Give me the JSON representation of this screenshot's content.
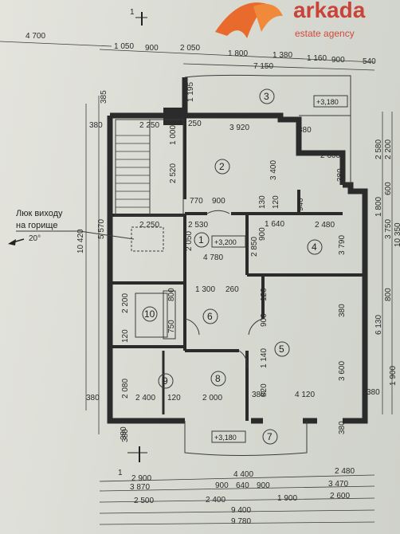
{
  "logo": {
    "name": "arkada",
    "tagline": "estate agency",
    "color": "#e05a2a"
  },
  "section_marks": [
    "1",
    "1"
  ],
  "top_dims": {
    "total": "4 700",
    "row1": [
      "1 050",
      "900",
      "2 050",
      "1 800",
      "1 380",
      "1 160",
      "900",
      "540"
    ],
    "row2": "7 150"
  },
  "left_dims": {
    "total": "10 420",
    "wall_380_top": "380",
    "vert": [
      "385",
      "5 570",
      "2 200",
      "120",
      "2 080",
      "380"
    ],
    "horiz_380": "380"
  },
  "right_dims": {
    "vert": [
      "2 580",
      "2 200",
      "600",
      "1 800",
      "3 750",
      "800",
      "10 350",
      "6 130",
      "1 900"
    ]
  },
  "bottom_dims": {
    "row1": [
      "2 900",
      "4 400",
      "2 480"
    ],
    "row2": [
      "3 870",
      "900",
      "640",
      "900",
      "3 470"
    ],
    "row3": [
      "2 500",
      "2 400",
      "1 900",
      "2 600"
    ],
    "row4": "9 400",
    "row5": "9 780"
  },
  "interior_dims": {
    "d2250a": "2 250",
    "d250": "250",
    "d3920": "3 920",
    "d380a": "380",
    "d1195": "1 195",
    "d2600": "2 600",
    "d3400": "3 400",
    "d2520": "2 520",
    "d1000": "1 000",
    "d770": "770",
    "d900a": "900",
    "d130": "130",
    "d120a": "120",
    "d940": "940",
    "d380b": "380",
    "d2250b": "2 250",
    "d2530": "2 530",
    "d900b": "900",
    "d1640": "1 640",
    "d2480": "2 480",
    "d2050": "2 050",
    "d4780": "4 780",
    "d2850": "2 850",
    "d3790": "3 790",
    "d1300": "1 300",
    "d260": "260",
    "d120b": "120",
    "d380c": "380",
    "d800": "800",
    "d750": "750",
    "d900c": "900",
    "d1140": "1 140",
    "d820": "820",
    "d3600": "3 600",
    "d380d": "380",
    "d2400": "2 400",
    "d120c": "120",
    "d2000": "2 000",
    "d380e": "380",
    "d4120": "4 120",
    "d380f": "380",
    "d380g": "380"
  },
  "rooms": [
    "1",
    "2",
    "3",
    "4",
    "5",
    "6",
    "7",
    "8",
    "9",
    "10"
  ],
  "levels": {
    "balcony_top": "+3,180",
    "hall": "+3,200",
    "balcony_bottom": "+3,180"
  },
  "note": {
    "line1": "Люк виходу",
    "line2": "на горище"
  },
  "north_angle": "20°"
}
